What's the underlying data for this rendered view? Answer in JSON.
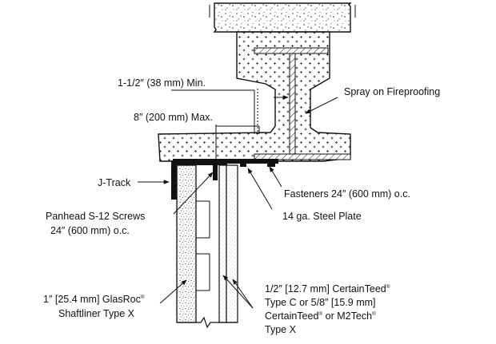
{
  "labels": {
    "min_dim": "1-1/2″ (38 mm) Min.",
    "max_dim": "8″ (200 mm) Max.",
    "spray": "Spray on Fireproofing",
    "jtrack": "J-Track",
    "fasteners": "Fasteners 24″ (600 mm) o.c.",
    "plate": "14 ga. Steel Plate",
    "panhead_1": "Panhead S-12 Screws",
    "panhead_2": "24″ (600 mm) o.c.",
    "glasroc_1": "1″ [25.4 mm] GlasRoc",
    "glasroc_reg": "®",
    "glasroc_2": "Shaftliner Type X",
    "ct_1": "1/2″ [12.7 mm] CertainTeed",
    "ct_1_reg": "®",
    "ct_2": "Type C or 5/8″ [15.9 mm]",
    "ct_3a": "CertainTeed",
    "ct_3a_reg": "®",
    "ct_3b": " or M2Tech",
    "ct_3b_reg": "®",
    "ct_4": "Type X"
  },
  "colors": {
    "line": "#111111",
    "fill": "#ffffff",
    "steel": "#111111"
  }
}
